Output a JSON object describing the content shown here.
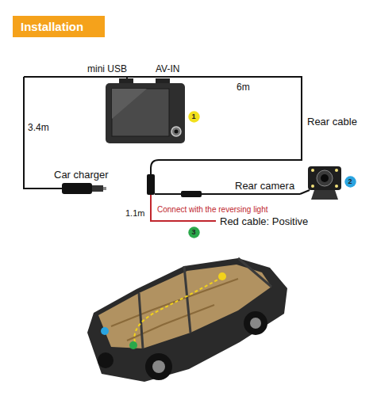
{
  "diagram": {
    "title": "Installation",
    "nodes": [
      {
        "text": [
          "1"
        ]
      },
      {
        "text": [
          "2"
        ]
      },
      {
        "text": [
          "3"
        ]
      }
    ],
    "labels": [
      "mini USB",
      "AV-IN",
      "6m",
      "3.4m",
      "Rear cable",
      "Car charger",
      "Rear camera",
      "1.1m",
      "Connect with the reversing light",
      "Red cable: Positive"
    ]
  }
}
